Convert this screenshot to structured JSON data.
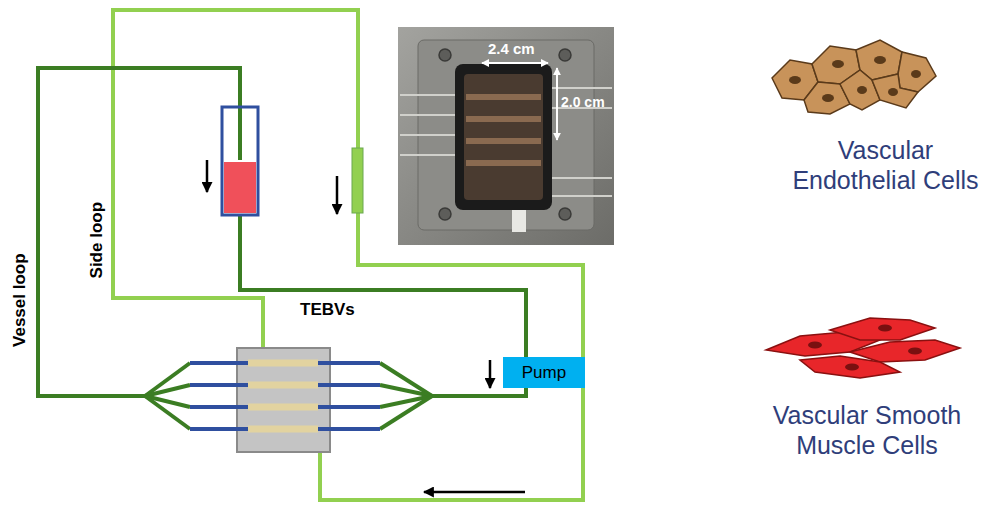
{
  "diagram": {
    "nodes": [
      {
        "text": [
          "Pump"
        ]
      }
    ],
    "labels": [
      "Vessel loop",
      "Side loop",
      "TEBVs",
      "2.4 cm",
      "2.0 cm",
      "Vascular Endothelial Cells",
      "Vascular Smooth Muscle Cells"
    ]
  }
}
